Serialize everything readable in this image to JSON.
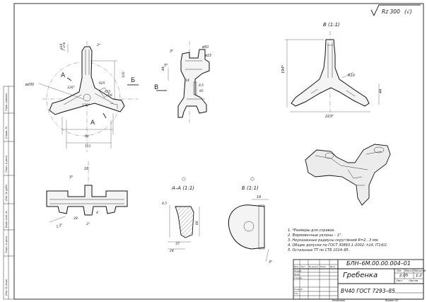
{
  "roughness": {
    "label": "Rz 300"
  },
  "views": {
    "view_b_title": "В (1:1)",
    "section_aa_title": "А–А (1:1)",
    "detail_b_title": "Б (1:1)",
    "marker_a1": "А",
    "marker_a2": "А",
    "marker_b_arrow": "Б",
    "marker_v_arrow": "В"
  },
  "dimensions": {
    "front": [
      "ø18",
      "7 отв",
      "2*",
      "ø200",
      "120°",
      "100",
      "R25",
      "R15",
      "R8",
      "120°",
      "90",
      "111"
    ],
    "side": [
      "5°",
      "3°",
      "ø50",
      "ø15",
      "44",
      "14",
      "8,5",
      "85"
    ],
    "top_right": [
      "194*",
      "R10",
      "44",
      "223*"
    ],
    "lower_left": [
      "18",
      "3°",
      "2,3*",
      "28",
      "3°",
      "4"
    ],
    "section": [
      "4,5",
      "66",
      "37",
      "24"
    ],
    "detail": [
      "19",
      "3°"
    ]
  },
  "notes": [
    "1. *Размеры для справок.",
    "2. Формовочные уклоны – 1°.",
    "3. Неуказанные радиусы скруглений R=2...3 мм.",
    "4. Общие допуски по ГОСТ 30893.1–2002: h14, IT14/2.",
    "5. Остальные ТТ по СТБ 1014–95."
  ],
  "title_block": {
    "designation": "БЛН–6М.00.00.004–01",
    "part_name": "Гребенка",
    "material": "ВЧ40  ГОСТ 7293–85",
    "mass": "2,05",
    "scale": "1:2",
    "col_lit": "Лит.",
    "col_mass": "Масса",
    "col_scale": "Масштаб",
    "sheet": "Лист",
    "sheets": "Листов",
    "rows": [
      "Изм.",
      "Лист",
      "№ докум.",
      "Подп.",
      "Дата",
      "Разраб.",
      "Пров.",
      "Т.контр.",
      "Н.контр.",
      "Утв."
    ],
    "copied": "Копировал",
    "format": "Формат   А3"
  },
  "side_strip": [
    "Перв. примен.",
    "Справ. №",
    "Подп. и дата",
    "Инв. № дубл.",
    "Взам. инв. №",
    "Подп. и дата",
    "Инв. № подл."
  ]
}
